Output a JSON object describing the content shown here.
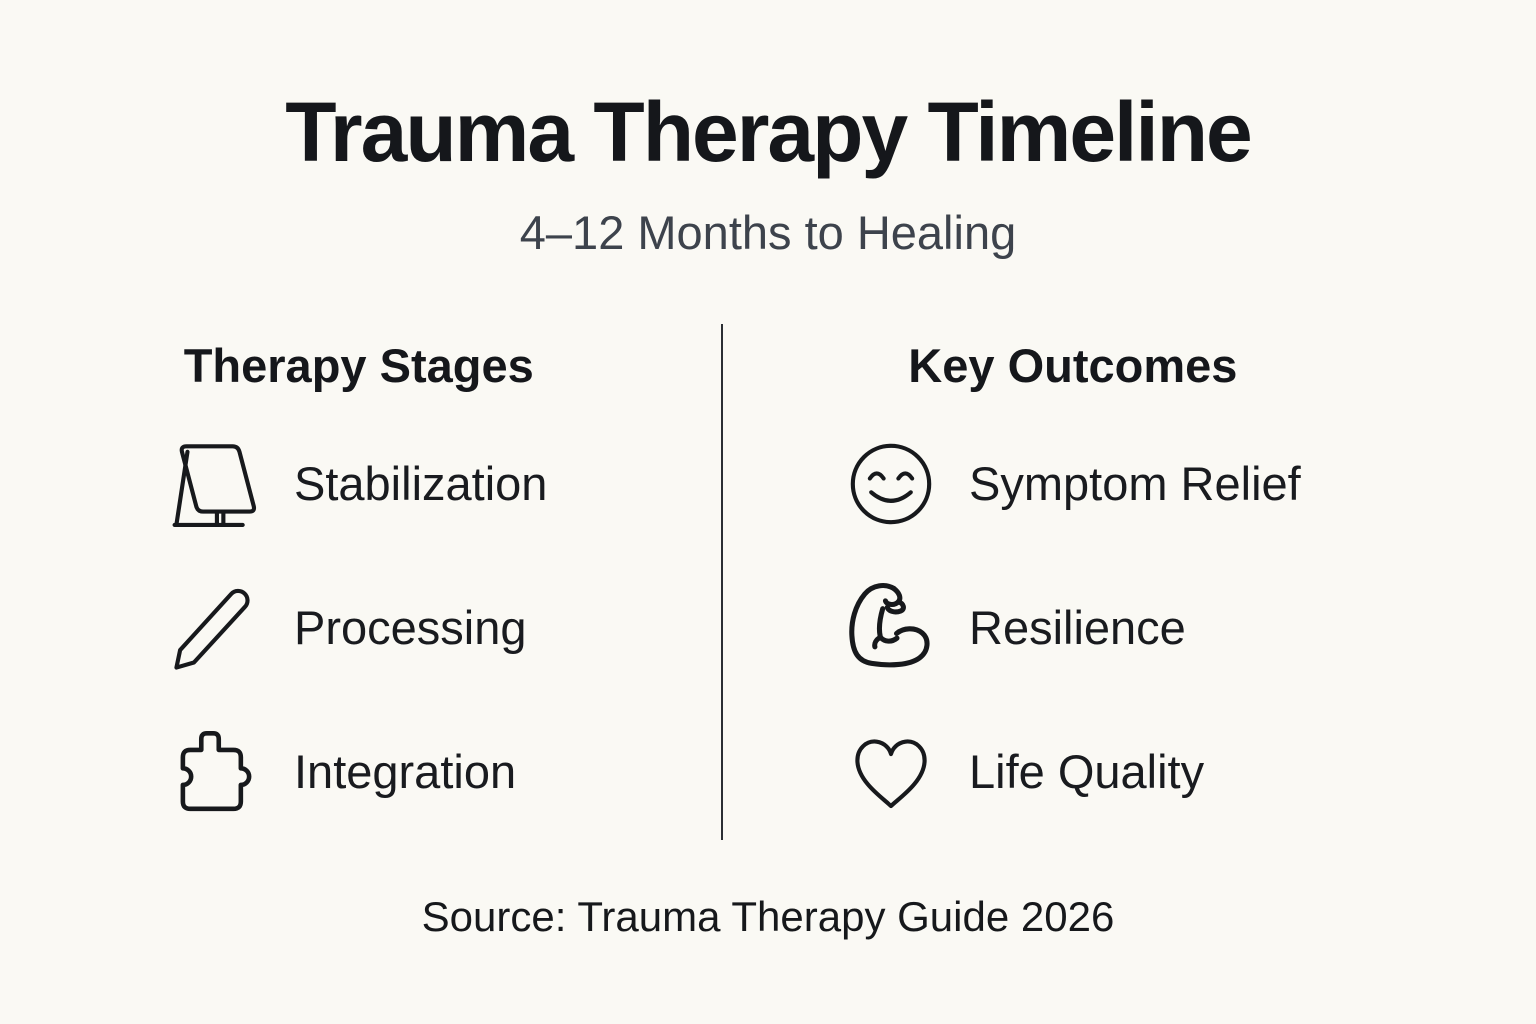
{
  "page": {
    "title": "Trauma Therapy Timeline",
    "subtitle": "4–12 Months to Healing",
    "source": "Source: Trauma Therapy Guide 2026",
    "background_color": "#faf9f4",
    "text_color": "#15171b",
    "subtitle_color": "#3d434c",
    "divider_color": "#2b2e33",
    "icon_color": "#17191c"
  },
  "columns": [
    {
      "header": "Therapy Stages",
      "items": [
        {
          "icon": "drawing-board-icon",
          "label": "Stabilization"
        },
        {
          "icon": "pencil-icon",
          "label": "Processing"
        },
        {
          "icon": "puzzle-piece-icon",
          "label": "Integration"
        }
      ]
    },
    {
      "header": "Key Outcomes",
      "items": [
        {
          "icon": "smiley-face-icon",
          "label": "Symptom Relief"
        },
        {
          "icon": "flexed-bicep-icon",
          "label": "Resilience"
        },
        {
          "icon": "heart-icon",
          "label": "Life Quality"
        }
      ]
    }
  ]
}
